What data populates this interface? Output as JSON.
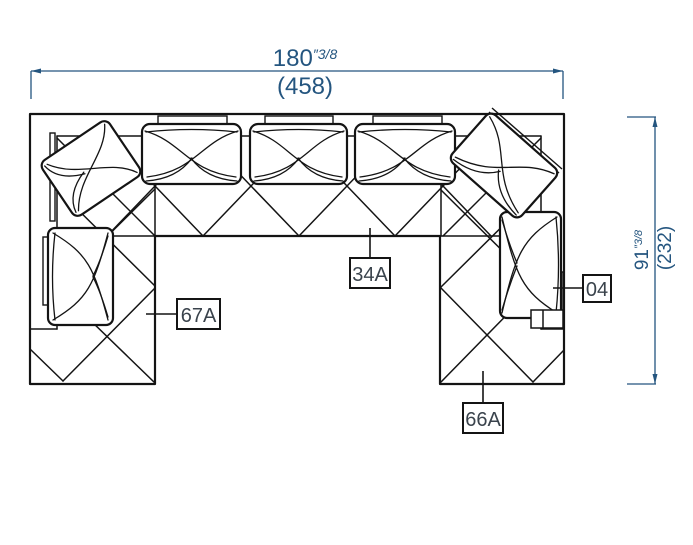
{
  "diagram": {
    "type": "furniture-plan",
    "description": "U-shaped sectional sofa top view with dimensions"
  },
  "dimensions": {
    "width": {
      "inches": "180",
      "fraction": "″3/8",
      "metric": "(458)"
    },
    "height": {
      "inches": "91",
      "fraction": "″3/8",
      "metric": "(232)"
    }
  },
  "labels": {
    "middle_section": "34A",
    "left_section": "67A",
    "right_pillow": "04",
    "right_section": "66A"
  },
  "colors": {
    "outline": "#141414",
    "dimension": "#24557f",
    "label_text": "#3a434c",
    "background": "#ffffff"
  }
}
